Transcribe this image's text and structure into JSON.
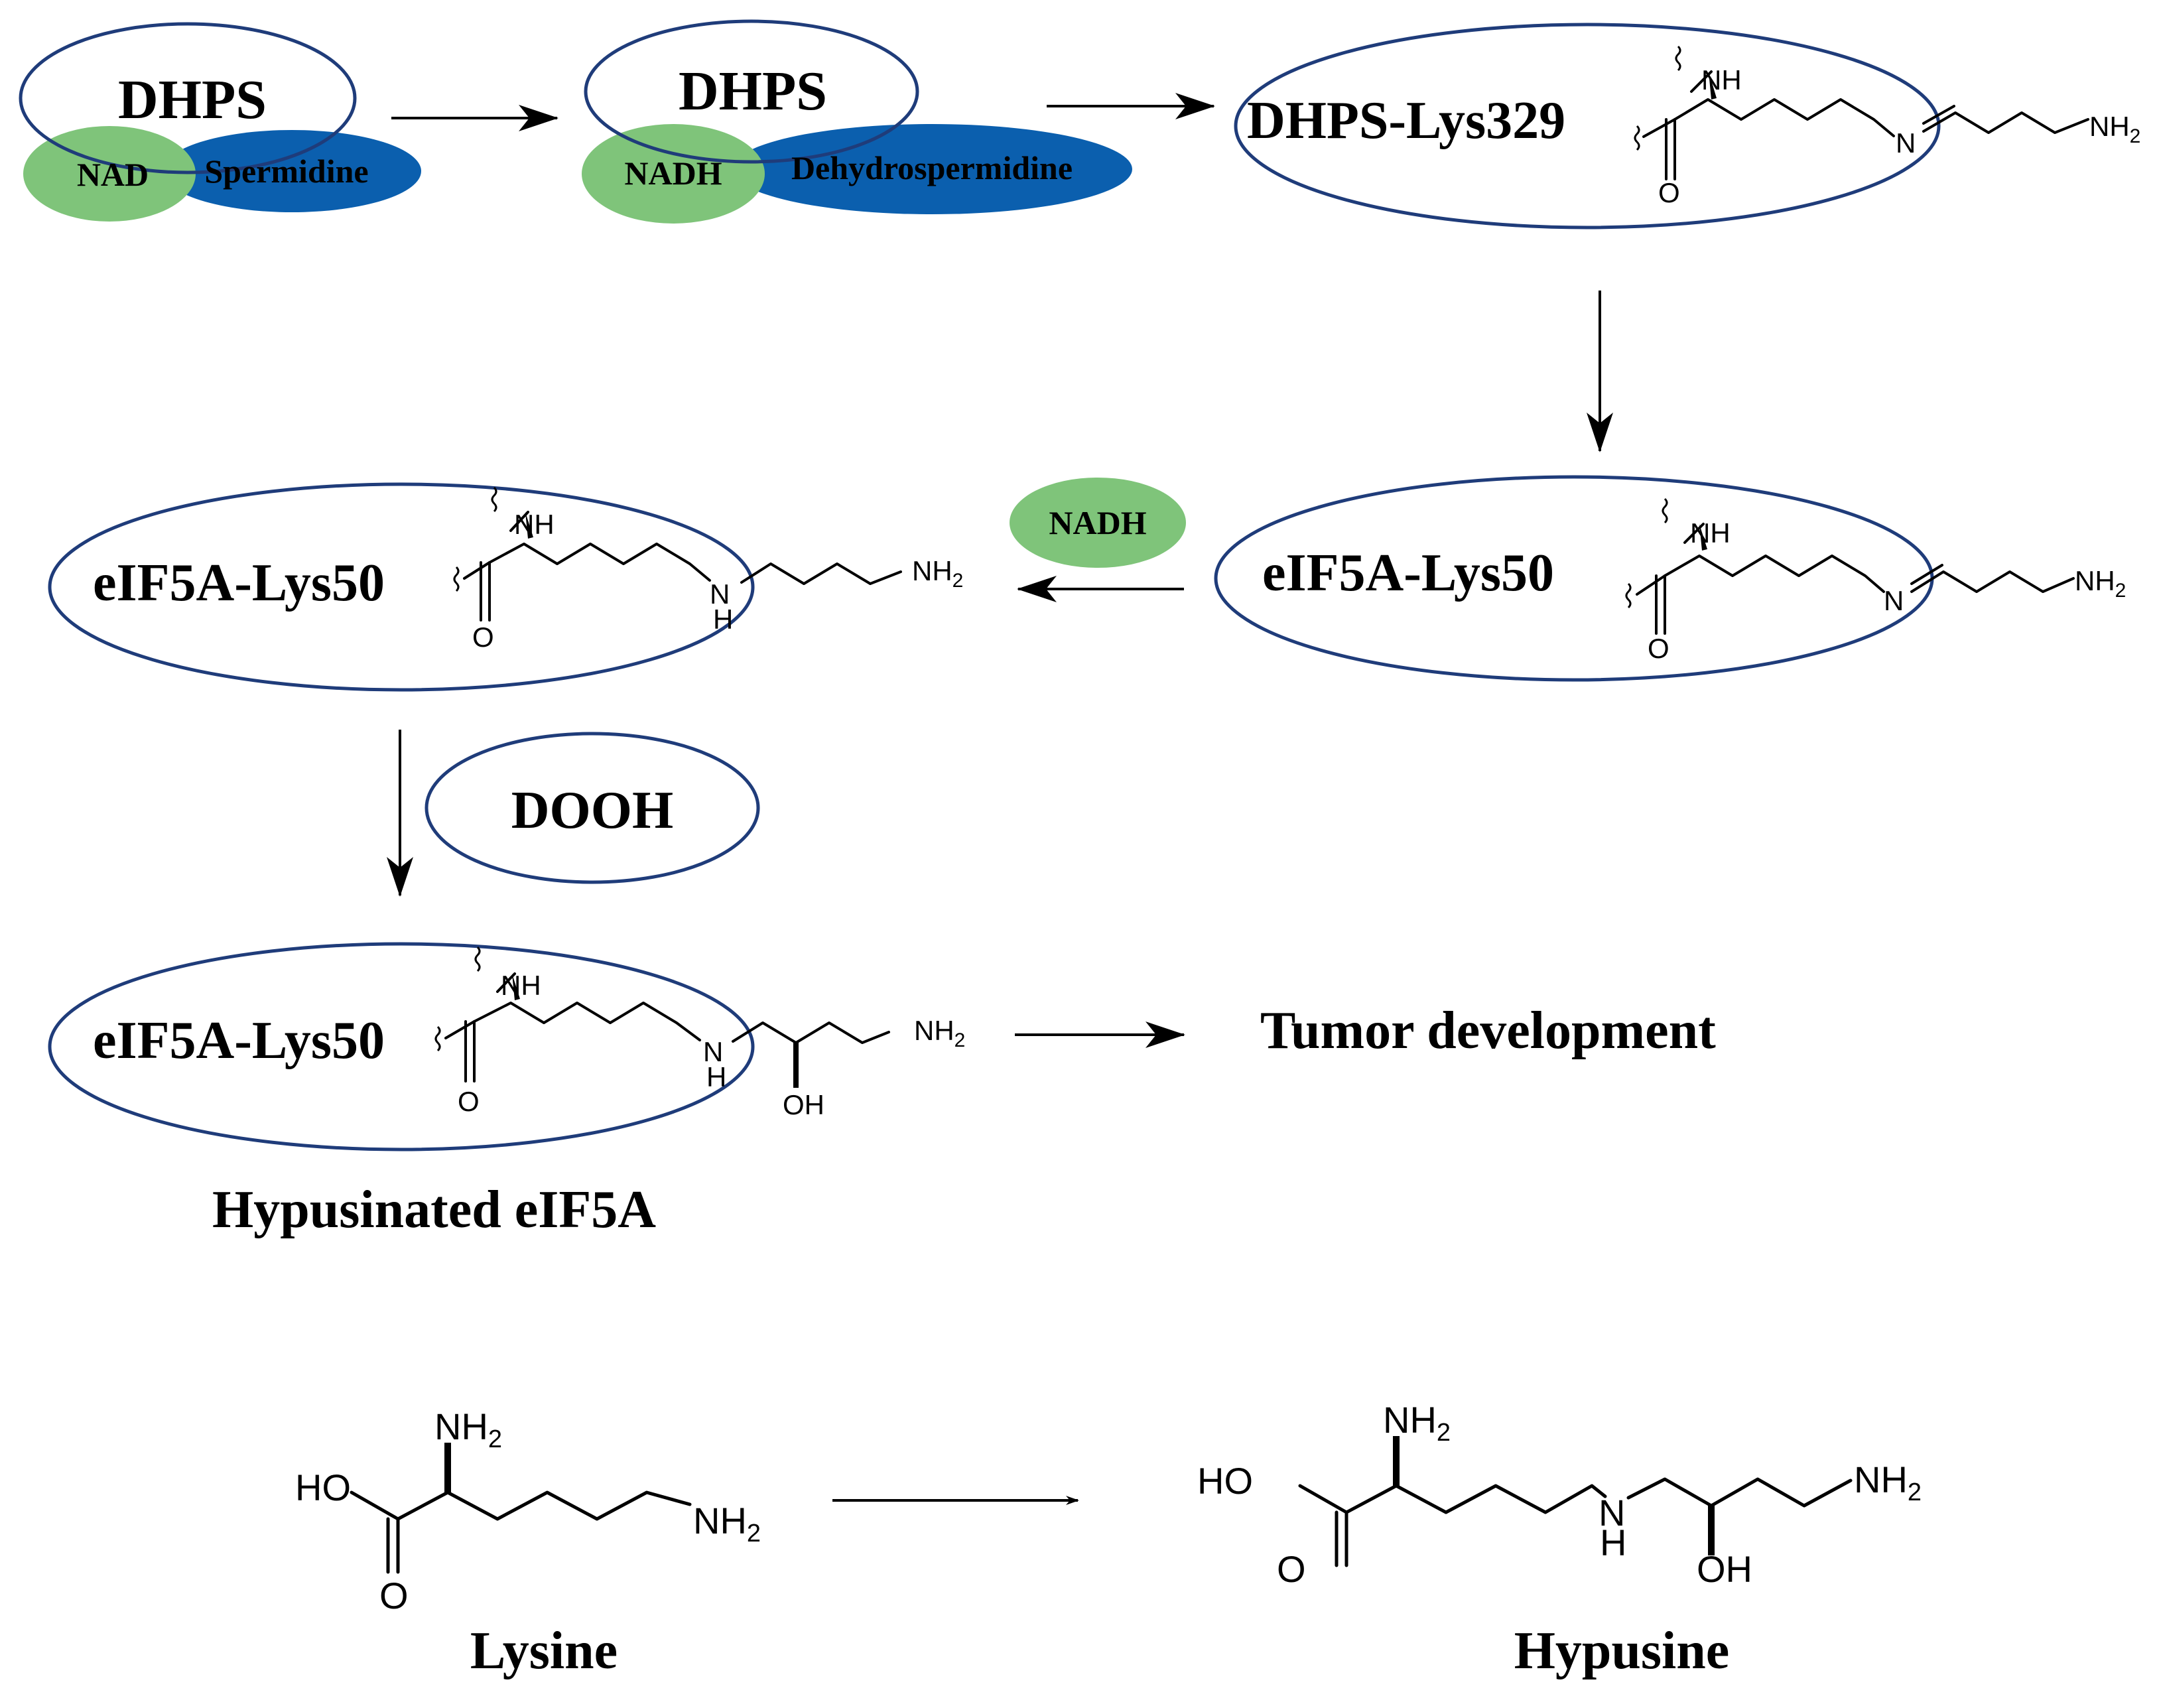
{
  "labels": {
    "dhps_1": "DHPS",
    "nad": "NAD",
    "spermidine": "Spermidine",
    "dhps_2": "DHPS",
    "nadh_1": "NADH",
    "dehydrospermidine": "Dehydrospermidine",
    "dhps_lys329": "DHPS-Lys329",
    "eif5a_lys50_imine": "eIF5A-Lys50",
    "nadh_2": "NADH",
    "eif5a_lys50_amine": "eIF5A-Lys50",
    "dooh": "DOOH",
    "eif5a_lys50_hypusine": "eIF5A-Lys50",
    "hypusinated_eif5a": "Hypusinated eIF5A",
    "tumor_development": "Tumor development",
    "lysine": "Lysine",
    "hypusine": "Hypusine"
  },
  "chem": {
    "nh": "NH",
    "nh_h": "H",
    "n": "N",
    "nh2": "NH",
    "sub2": "2",
    "o": "O",
    "oh": "OH",
    "ho": "HO"
  },
  "colors": {
    "enzyme_outline": "#1f3c7a",
    "cofactor_green": "#7fc47a",
    "substrate_blue": "#0b5fae"
  }
}
